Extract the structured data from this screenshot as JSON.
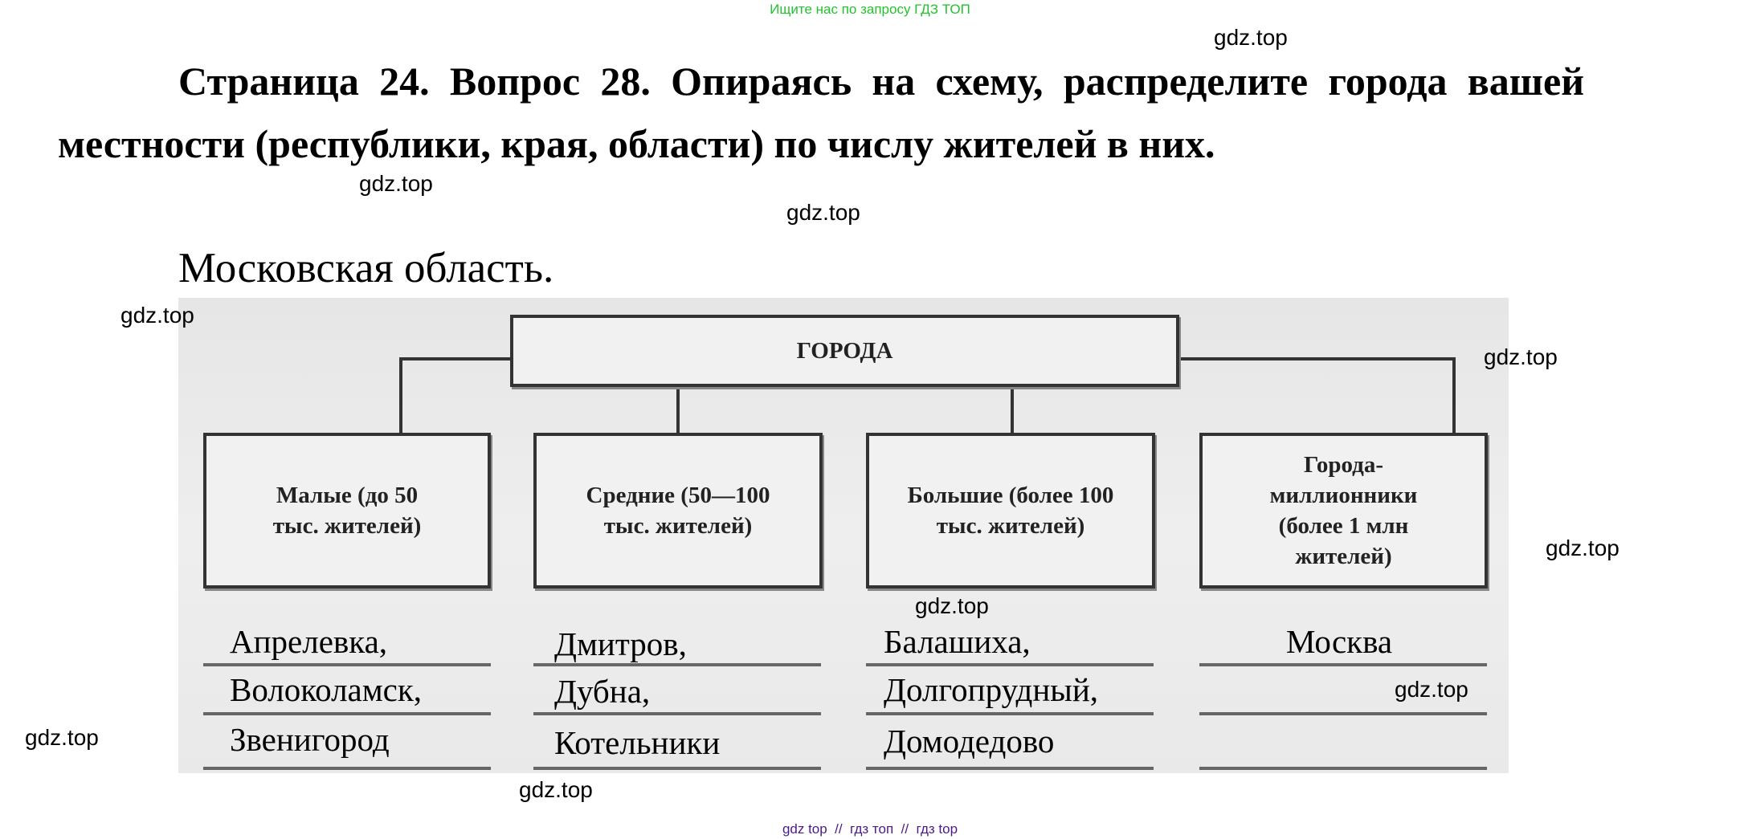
{
  "top_banner": "Ищите нас по запросу ГДЗ ТОП",
  "question": "Страница 24. Вопрос 28.    Опираясь на схему, распределите города вашей местности (республики, края, области) по числу жителей в них.",
  "answer_region": "Московская область.",
  "scheme": {
    "root": "ГОРОДА",
    "categories": [
      {
        "label": "Малые (до 50 тыс. жителей)",
        "cities": [
          "Апрелевка,",
          "Волоколамск,",
          "Звенигород"
        ]
      },
      {
        "label": "Средние (50—100 тыс. жителей)",
        "cities": [
          "Дмитров,",
          "Дубна,",
          "Котельники"
        ]
      },
      {
        "label": "Большие (более 100 тыс. жителей)",
        "cities": [
          "Балашиха,",
          "Долгопрудный,",
          "Домодедово"
        ]
      },
      {
        "label": "Города-миллионники (более 1 млн жителей)",
        "cities": [
          "Москва"
        ]
      }
    ]
  },
  "watermark": "gdz.top",
  "footer": "gdz top  //  гдз топ  //  гдз top"
}
